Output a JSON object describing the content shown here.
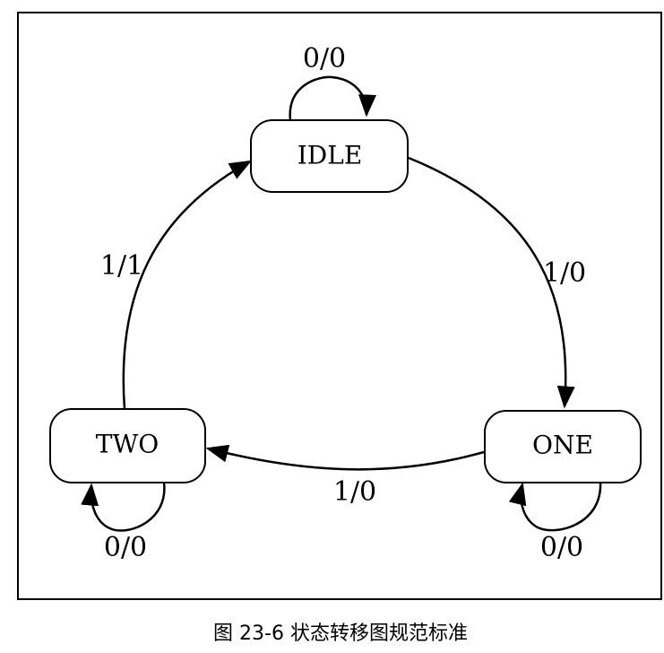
{
  "states": {
    "idle": "IDLE",
    "one": "ONE",
    "two": "TWO"
  },
  "transitions": {
    "idle_self": "0/0",
    "idle_to_one": "1/0",
    "one_self": "0/0",
    "one_to_two": "1/0",
    "two_self": "0/0",
    "two_to_idle": "1/1"
  },
  "caption": "图 23-6  状态转移图规范标准"
}
